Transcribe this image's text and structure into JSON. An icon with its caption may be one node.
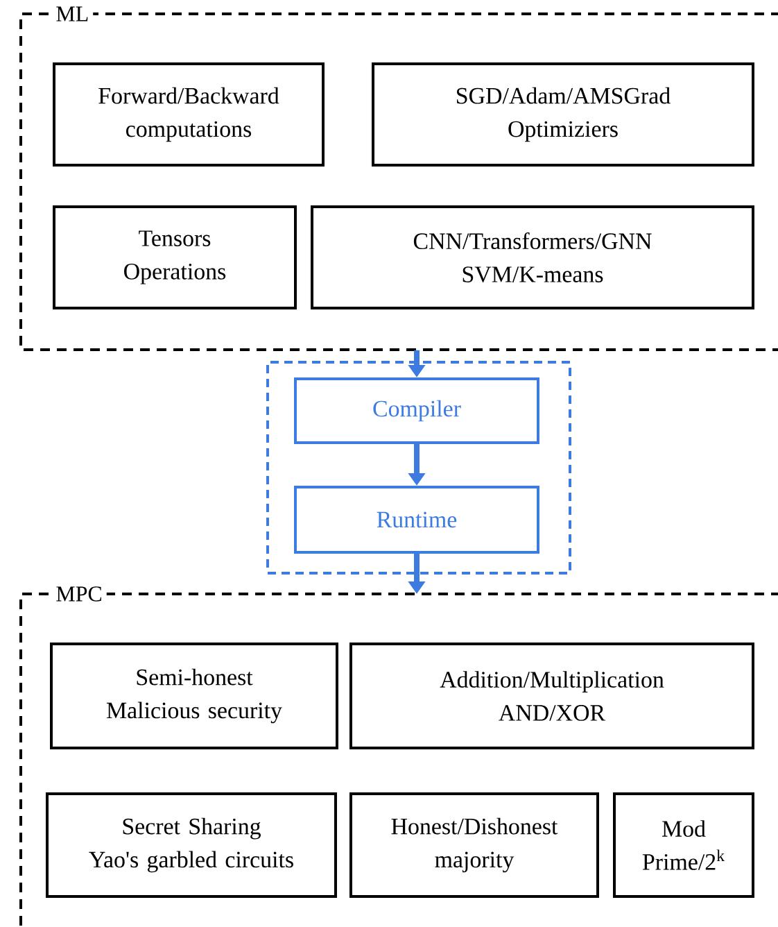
{
  "diagram": {
    "nodes": [
      {
        "text": [
          "ML"
        ]
      },
      {
        "text": [
          "Forward/Backward computations"
        ],
        "in": 0
      },
      {
        "text": [
          "SGD/Adam/AMSGrad Optimiziers"
        ],
        "in": 0
      },
      {
        "text": [
          "Tensors Operations"
        ],
        "in": 0
      },
      {
        "text": [
          "CNN/Transformers/GNN",
          "SVM/K-means"
        ],
        "in": 0
      },
      {
        "text": [],
        "shape": "box"
      },
      {
        "text": [
          "Compiler"
        ],
        "in": 5
      },
      {
        "text": [
          "Runtime"
        ],
        "in": 5
      },
      {
        "text": [
          "MPC"
        ]
      },
      {
        "text": [
          "Semi-honest",
          "Malicious security"
        ],
        "in": 8
      },
      {
        "text": [
          "Addition/Multiplication",
          "AND/XOR"
        ],
        "in": 8
      },
      {
        "text": [
          "Secret Sharing",
          "Yao's garbled circuits"
        ],
        "in": 8
      },
      {
        "text": [
          "Honest/Dishonest majority"
        ],
        "in": 8
      },
      {
        "text": [
          "Mod Prime/2$^{k}$"
        ],
        "in": 8
      }
    ],
    "edges": [
      {
        "from": 0,
        "to": 6,
        "arrow": "to"
      },
      {
        "from": 6,
        "to": 7,
        "arrow": "to"
      },
      {
        "from": 7,
        "to": 8,
        "arrow": "to"
      }
    ]
  }
}
